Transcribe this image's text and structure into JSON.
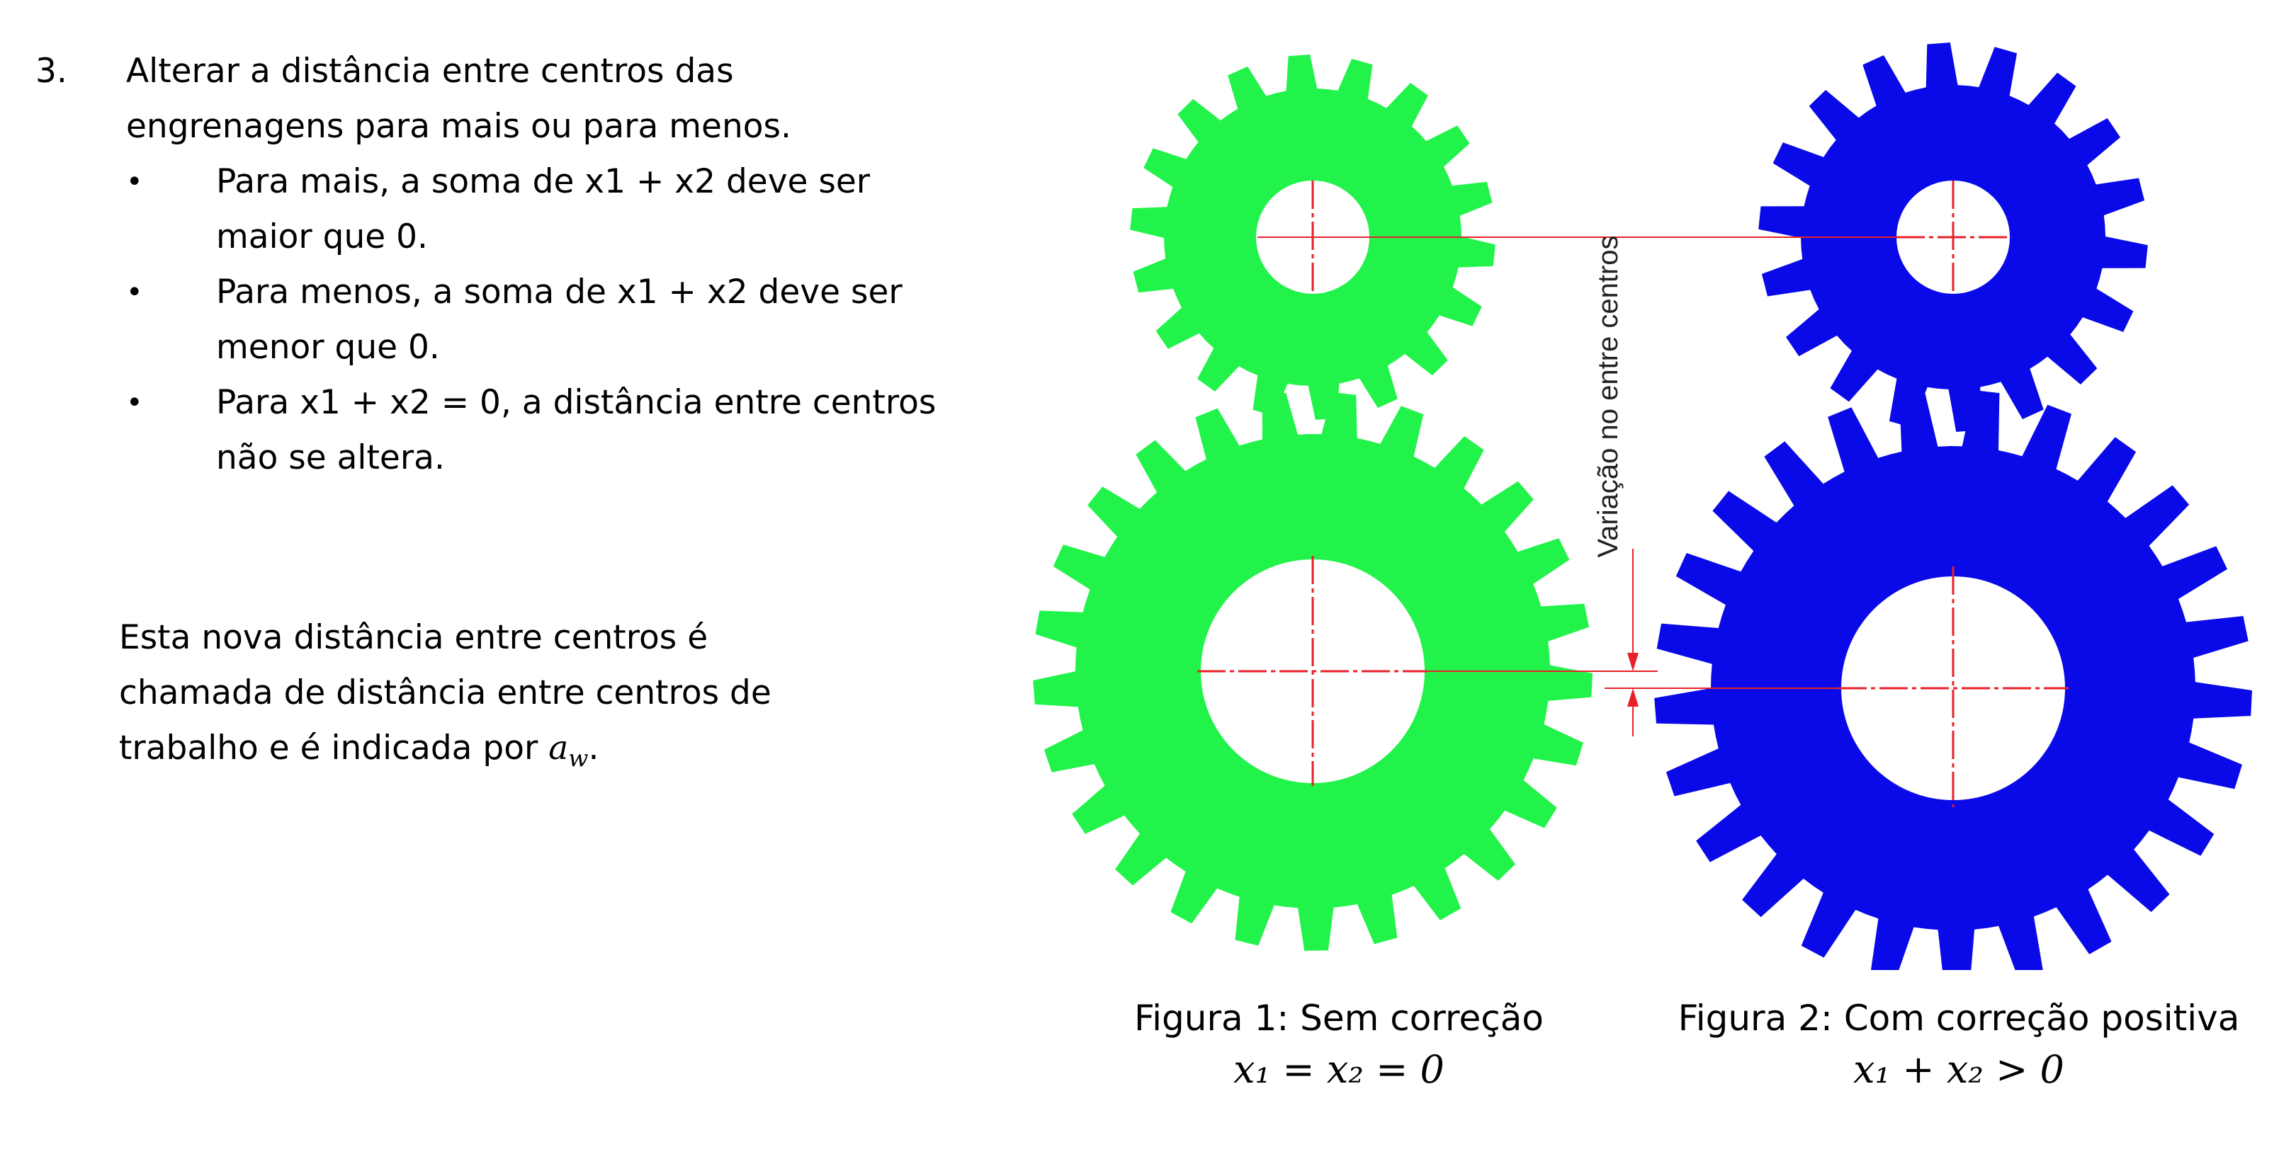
{
  "text": {
    "item_number": "3.",
    "item_line1": "Alterar a distância entre centros das",
    "item_line2": "engrenagens para mais ou para menos.",
    "bullets": [
      {
        "symbol": "•",
        "line1": "Para mais, a soma de x1 + x2 deve ser",
        "line2": "maior que 0."
      },
      {
        "symbol": "•",
        "line1": "Para menos, a soma de x1 + x2 deve ser",
        "line2": "menor que 0."
      },
      {
        "symbol": "•",
        "line1": "Para x1 + x2 = 0, a distância entre centros",
        "line2": "não se altera."
      }
    ],
    "para_line1": "Esta nova distância entre centros é",
    "para_line2": "chamada de distância entre centros de",
    "para_line3": "trabalho e é indicada por ",
    "para_symbol": "aw",
    "para_end": "."
  },
  "diagram": {
    "dimension_label": "Variação no entre centros",
    "figure1": {
      "caption": "Figura 1: Sem correção",
      "formula": "x₁ = x₂ = 0",
      "color": "#22f34a",
      "top_gear_teeth": 18,
      "bottom_gear_teeth": 25
    },
    "figure2": {
      "caption": "Figura 2: Com correção positiva",
      "formula": "x₁ + x₂ > 0",
      "color": "#0a0ae8",
      "top_gear_teeth": 18,
      "bottom_gear_teeth": 25
    },
    "centerline_color": "#e8202a"
  }
}
